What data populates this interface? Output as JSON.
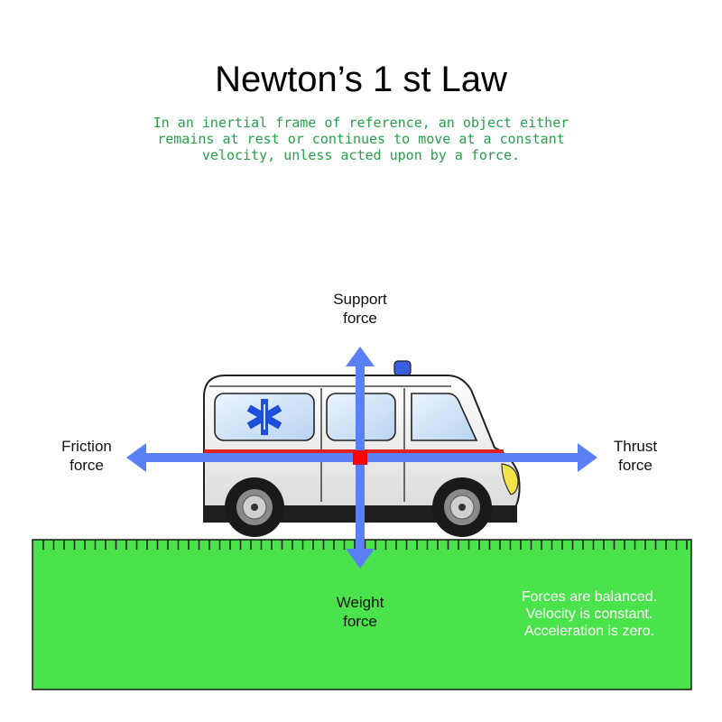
{
  "title": "Newton’s 1 st Law",
  "definition": [
    "In an inertial frame of reference, an object either",
    "remains at rest or continues to move at a constant",
    "velocity, unless acted upon by a force."
  ],
  "forces": {
    "support": [
      "Support",
      "force"
    ],
    "weight": [
      "Weight",
      "force"
    ],
    "friction": [
      "Friction",
      "force"
    ],
    "thrust": [
      "Thrust",
      "force"
    ]
  },
  "state_note": [
    "Forces are balanced.",
    "Velocity is constant.",
    "Acceleration is zero."
  ],
  "colors": {
    "ground": "#4be34b",
    "arrow": "#5b7ff5",
    "center_point": "#ff0000",
    "definition_text": "#27a04a",
    "ambulance_stripe": "#e02020",
    "medical_star": "#1d4fd8"
  }
}
